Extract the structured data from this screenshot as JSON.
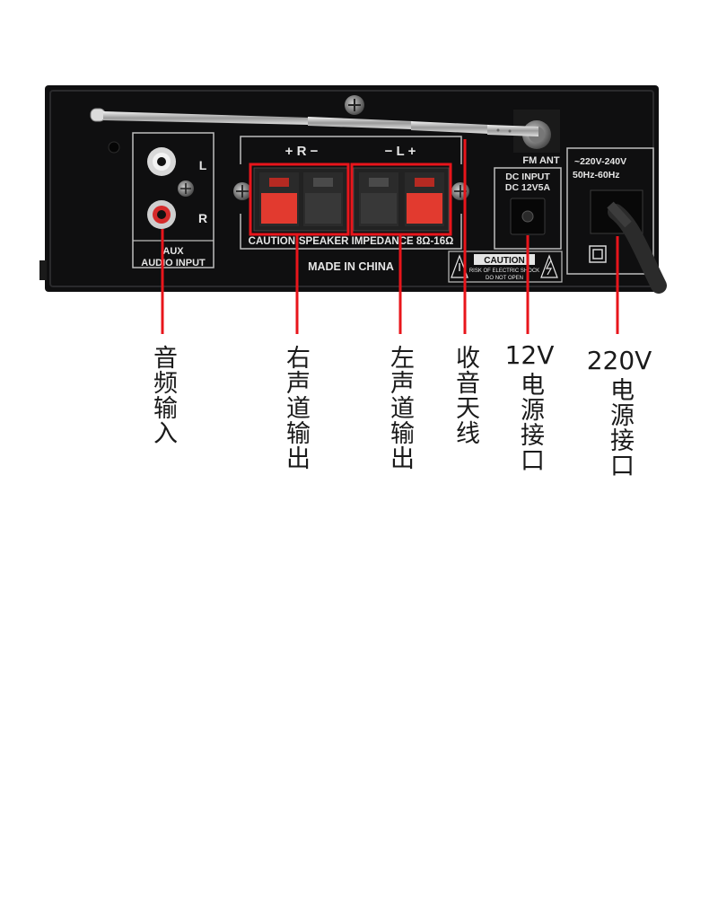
{
  "panel": {
    "fm_ant": "FM ANT",
    "aux_l": "L",
    "aux_r": "R",
    "aux_line1": "AUX",
    "aux_line2": "AUDIO INPUT",
    "right_channel_marks": "+ R −",
    "left_channel_marks": "− L +",
    "caution_impedance": "CAUTION:SPEAKER IMPEDANCE 8Ω-16Ω",
    "made_in": "MADE IN CHINA",
    "dc_line1": "DC INPUT",
    "dc_line2": "DC 12V5A",
    "ac_line1": "~220V-240V",
    "ac_line2": "50Hz-60Hz",
    "caution_title": "CAUTION",
    "caution_line1": "RISK OF ELECTRIC SHOCK",
    "caution_line2": "DO NOT OPEN",
    "colors": {
      "chassis": "#0f0f10",
      "callout_line": "#e8151b",
      "terminal_red": "#e23a2f"
    }
  },
  "callouts": [
    {
      "id": "audio-input",
      "text": "音频输入"
    },
    {
      "id": "right-channel",
      "text": "右声道输出"
    },
    {
      "id": "left-channel",
      "text": "左声道输出"
    },
    {
      "id": "radio-antenna",
      "text": "收音天线"
    },
    {
      "id": "dc-power",
      "top": "12V",
      "text": "电源接口"
    },
    {
      "id": "ac-power",
      "top": "220V",
      "text": "电源接口"
    }
  ]
}
